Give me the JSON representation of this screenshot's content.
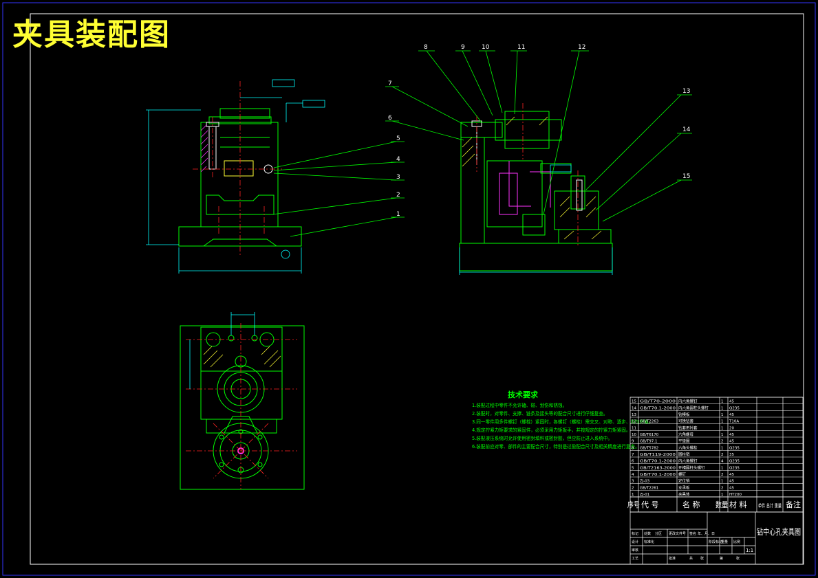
{
  "sheet_title": "夹具装配图",
  "balloons": [
    "1",
    "2",
    "3",
    "4",
    "5",
    "6",
    "7",
    "8",
    "9",
    "10",
    "11",
    "12",
    "13",
    "14",
    "15"
  ],
  "technical_requirements": {
    "heading": "技术要求",
    "items": [
      "1.装配过程中零件不允许磕、碰、划伤和锈蚀。",
      "2.装配时，对零件、支撑、链条及接头等的配合尺寸进行仔细复查。",
      "3.同一零件用多件螺钉（螺栓）紧固时，各螺钉（螺栓）需交叉、对称、逐步、均匀拧紧。",
      "4.规定拧紧力矩要求的紧固件，必须采用力矩扳手，并按规定的拧紧力矩紧固。",
      "5.装配液压系统时允许使用密封填料或密封胶，但应防止进入系统中。",
      "6.装配前应对零、部件的主要配合尺寸，特别是过盈配合尺寸及相关精度进行复查。"
    ]
  },
  "bom": {
    "rows": [
      {
        "no": "15",
        "code": "GB/T70-2000",
        "name": "内六角螺钉",
        "qty": "1",
        "material": "45"
      },
      {
        "no": "14",
        "code": "GB/T70.1-2000",
        "name": "内六角圆柱头螺钉",
        "qty": "1",
        "material": "Q235"
      },
      {
        "no": "13",
        "code": "",
        "name": "钻模板",
        "qty": "1",
        "material": "45"
      },
      {
        "no": "12",
        "code": "GB/T2263",
        "name": "可换钻套",
        "qty": "1",
        "material": "T10A"
      },
      {
        "no": "11",
        "code": "",
        "name": "钻套用衬套",
        "qty": "1",
        "material": "20"
      },
      {
        "no": "10",
        "code": "GB/T6170",
        "name": "六角螺母",
        "qty": "1",
        "material": "45"
      },
      {
        "no": "9",
        "code": "GB/T97.1",
        "name": "平垫圈",
        "qty": "2",
        "material": "45"
      },
      {
        "no": "8",
        "code": "GB/T5782",
        "name": "六角头螺栓",
        "qty": "1",
        "material": "Q235"
      },
      {
        "no": "7",
        "code": "GB/T119-2000",
        "name": "圆柱销",
        "qty": "2",
        "material": "35"
      },
      {
        "no": "6",
        "code": "GB/T70.1-2000",
        "name": "内六角螺钉",
        "qty": "4",
        "material": "Q235"
      },
      {
        "no": "5",
        "code": "GB/T2163-2000",
        "name": "开槽圆柱头螺钉",
        "qty": "1",
        "material": "Q235"
      },
      {
        "no": "4",
        "code": "GB/T70.1-2000",
        "name": "螺钉",
        "qty": "2",
        "material": "45"
      },
      {
        "no": "3",
        "code": "ZJ-03",
        "name": "定位销",
        "qty": "1",
        "material": "45"
      },
      {
        "no": "2",
        "code": "GB/T2261",
        "name": "支承板",
        "qty": "2",
        "material": "45"
      },
      {
        "no": "1",
        "code": "ZJ-01",
        "name": "夹具体",
        "qty": "1",
        "material": "HT200"
      }
    ],
    "headers": {
      "no": "序号",
      "code": "代  号",
      "name": "名  称",
      "qty": "数量",
      "material": "材  料",
      "weight": "单件 总计 重量",
      "remark": "备注"
    }
  },
  "title_block": {
    "drawing_name": "钻中心孔夹具图",
    "scale": "1:1",
    "labels": [
      "标记",
      "处数",
      "分区",
      "更改文件号",
      "签名",
      "年、月、日",
      "设计",
      "标准化",
      "阶段标记",
      "重量",
      "比例",
      "审核",
      "工艺",
      "批准",
      "共",
      "张",
      "第",
      "张"
    ]
  },
  "colors": {
    "line": "#00ff00",
    "center": "#ff2222",
    "dim": "#00ffff",
    "hatch": "#ffff33",
    "accent": "#ff33ff",
    "white": "#ffffff",
    "title": "#ffff33"
  }
}
